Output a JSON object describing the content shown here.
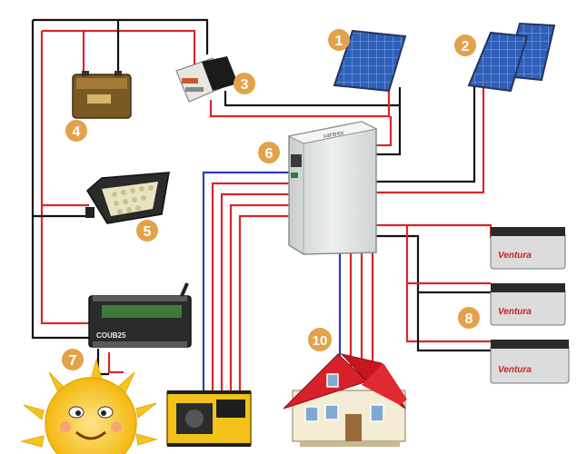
{
  "badges": {
    "panel1": "1",
    "panel2": "2",
    "controller": "3",
    "battery": "4",
    "light": "5",
    "inverter": "6",
    "monitor": "7",
    "battery_bank": "8",
    "house": "10"
  },
  "brand_labels": {
    "inverter": "xantrex",
    "battery_a": "Ventura",
    "battery_b": "Ventura",
    "battery_c": "Ventura",
    "monitor": "COUB25"
  },
  "colors": {
    "wire_red": "#d9262a",
    "wire_black": "#111111",
    "wire_blue": "#2a3fb0",
    "badge": "#e3a24a",
    "panel_blue": "#2f5fb8",
    "roof_red": "#d8202a",
    "sun_yellow": "#f6c51a",
    "inverter_body": "#e4e6e6"
  },
  "icons": [
    "solar-panel-icon",
    "charge-controller-icon",
    "battery-icon",
    "led-floodlight-icon",
    "inverter-icon",
    "monitor-controller-icon",
    "battery-bank-icon",
    "house-icon",
    "generator-icon",
    "sun-icon"
  ]
}
